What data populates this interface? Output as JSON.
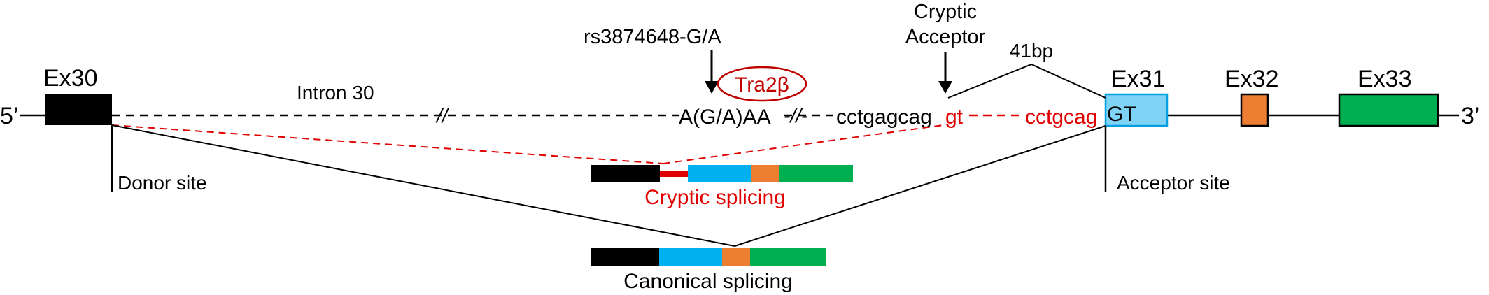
{
  "strand": {
    "five_prime": "5’",
    "three_prime": "3’"
  },
  "exons": {
    "ex30": "Ex30",
    "ex31": "Ex31",
    "ex32": "Ex32",
    "ex33": "Ex33"
  },
  "intron_label": "Intron 30",
  "snp_label": "rs3874648-G/A",
  "tra2_label": "Tra2β",
  "allele_seq": "A(G/A)AA",
  "break_marks": {
    "first": "//",
    "second": "-//-"
  },
  "cryptic_acceptor": {
    "line1": "Cryptic",
    "line2": "Acceptor"
  },
  "distance_label": "41bp",
  "seq_left": "cctgagcag",
  "seq_gt_red": "gt",
  "seq_right_red": "cctgcag",
  "exon31_gt": "GT",
  "donor_site": "Donor site",
  "acceptor_site": "Acceptor site",
  "cryptic_splicing": "Cryptic splicing",
  "canonical_splicing": "Canonical splicing",
  "colors": {
    "ex30": "#000000",
    "ex31": "#00b0f0",
    "ex31_light": "#7fd3f7",
    "ex32": "#ed7d31",
    "ex33": "#00b050",
    "cryptic_red": "#e00000",
    "tra2_red": "#c00000"
  }
}
